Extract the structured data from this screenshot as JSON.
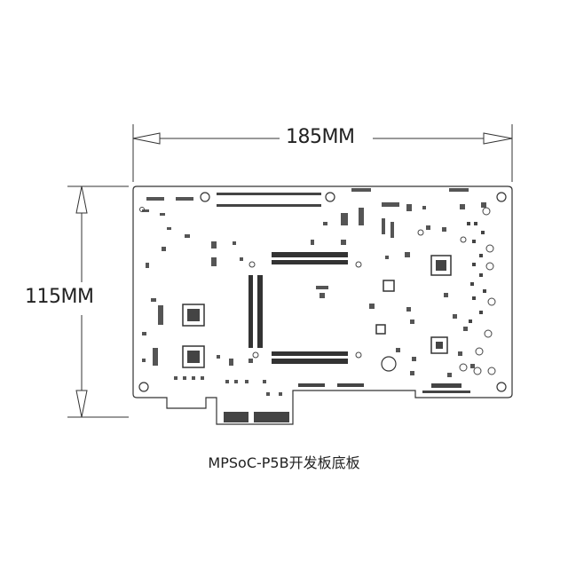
{
  "dimensions": {
    "width_label": "185MM",
    "height_label": "115MM"
  },
  "caption": "MPSoC-P5B开发板底板",
  "colors": {
    "line": "#333333",
    "arrow_fill": "#ffffff",
    "board_fill": "#ffffff",
    "component": "#444444"
  }
}
